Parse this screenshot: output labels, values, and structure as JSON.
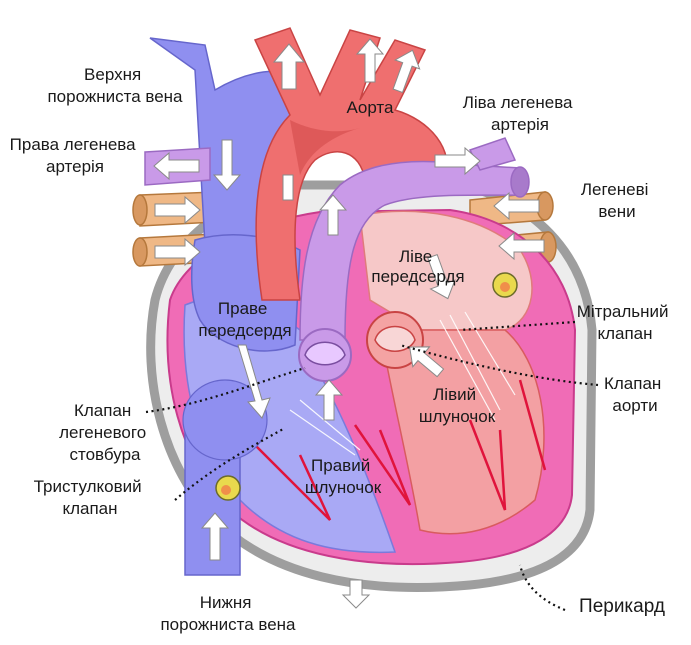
{
  "diagram": {
    "labels": {
      "superior_vena_cava": [
        "Верхня",
        "порожниста вена"
      ],
      "right_pulmonary_artery": [
        "Права легенева",
        "артерія"
      ],
      "aorta": "Аорта",
      "left_pulmonary_artery": [
        "Ліва легенева",
        "артерія"
      ],
      "pulmonary_veins": [
        "Легеневі",
        "вени"
      ],
      "left_atrium": [
        "Ліве",
        "передсердя"
      ],
      "right_atrium": [
        "Праве",
        "передсердя"
      ],
      "mitral_valve": [
        "Мітральний",
        "клапан"
      ],
      "aortic_valve": [
        "Клапан",
        "аорти"
      ],
      "pulmonary_valve": [
        "Клапан",
        "легеневого",
        "стовбура"
      ],
      "left_ventricle": [
        "Лівий",
        "шлуночок"
      ],
      "right_ventricle": [
        "Правий",
        "шлуночок"
      ],
      "tricuspid_valve": [
        "Тристулковий",
        "клапан"
      ],
      "inferior_vena_cava": [
        "Нижня",
        "порожниста вена"
      ],
      "pericardium": "Перикард"
    },
    "colors": {
      "vena_cava": "#8f8ff0",
      "right_heart": "#a9a9f5",
      "aorta": "#ef6f6f",
      "aorta_dark": "#d24b4b",
      "pulmonary_artery": "#c99ae8",
      "pulmonary_veins": "#efb886",
      "myocardium": "#f06cb6",
      "left_atrium_fill": "#f6c8c8",
      "pericardium": "#9e9e9e",
      "valve_yellow": "#e9d94d"
    }
  }
}
